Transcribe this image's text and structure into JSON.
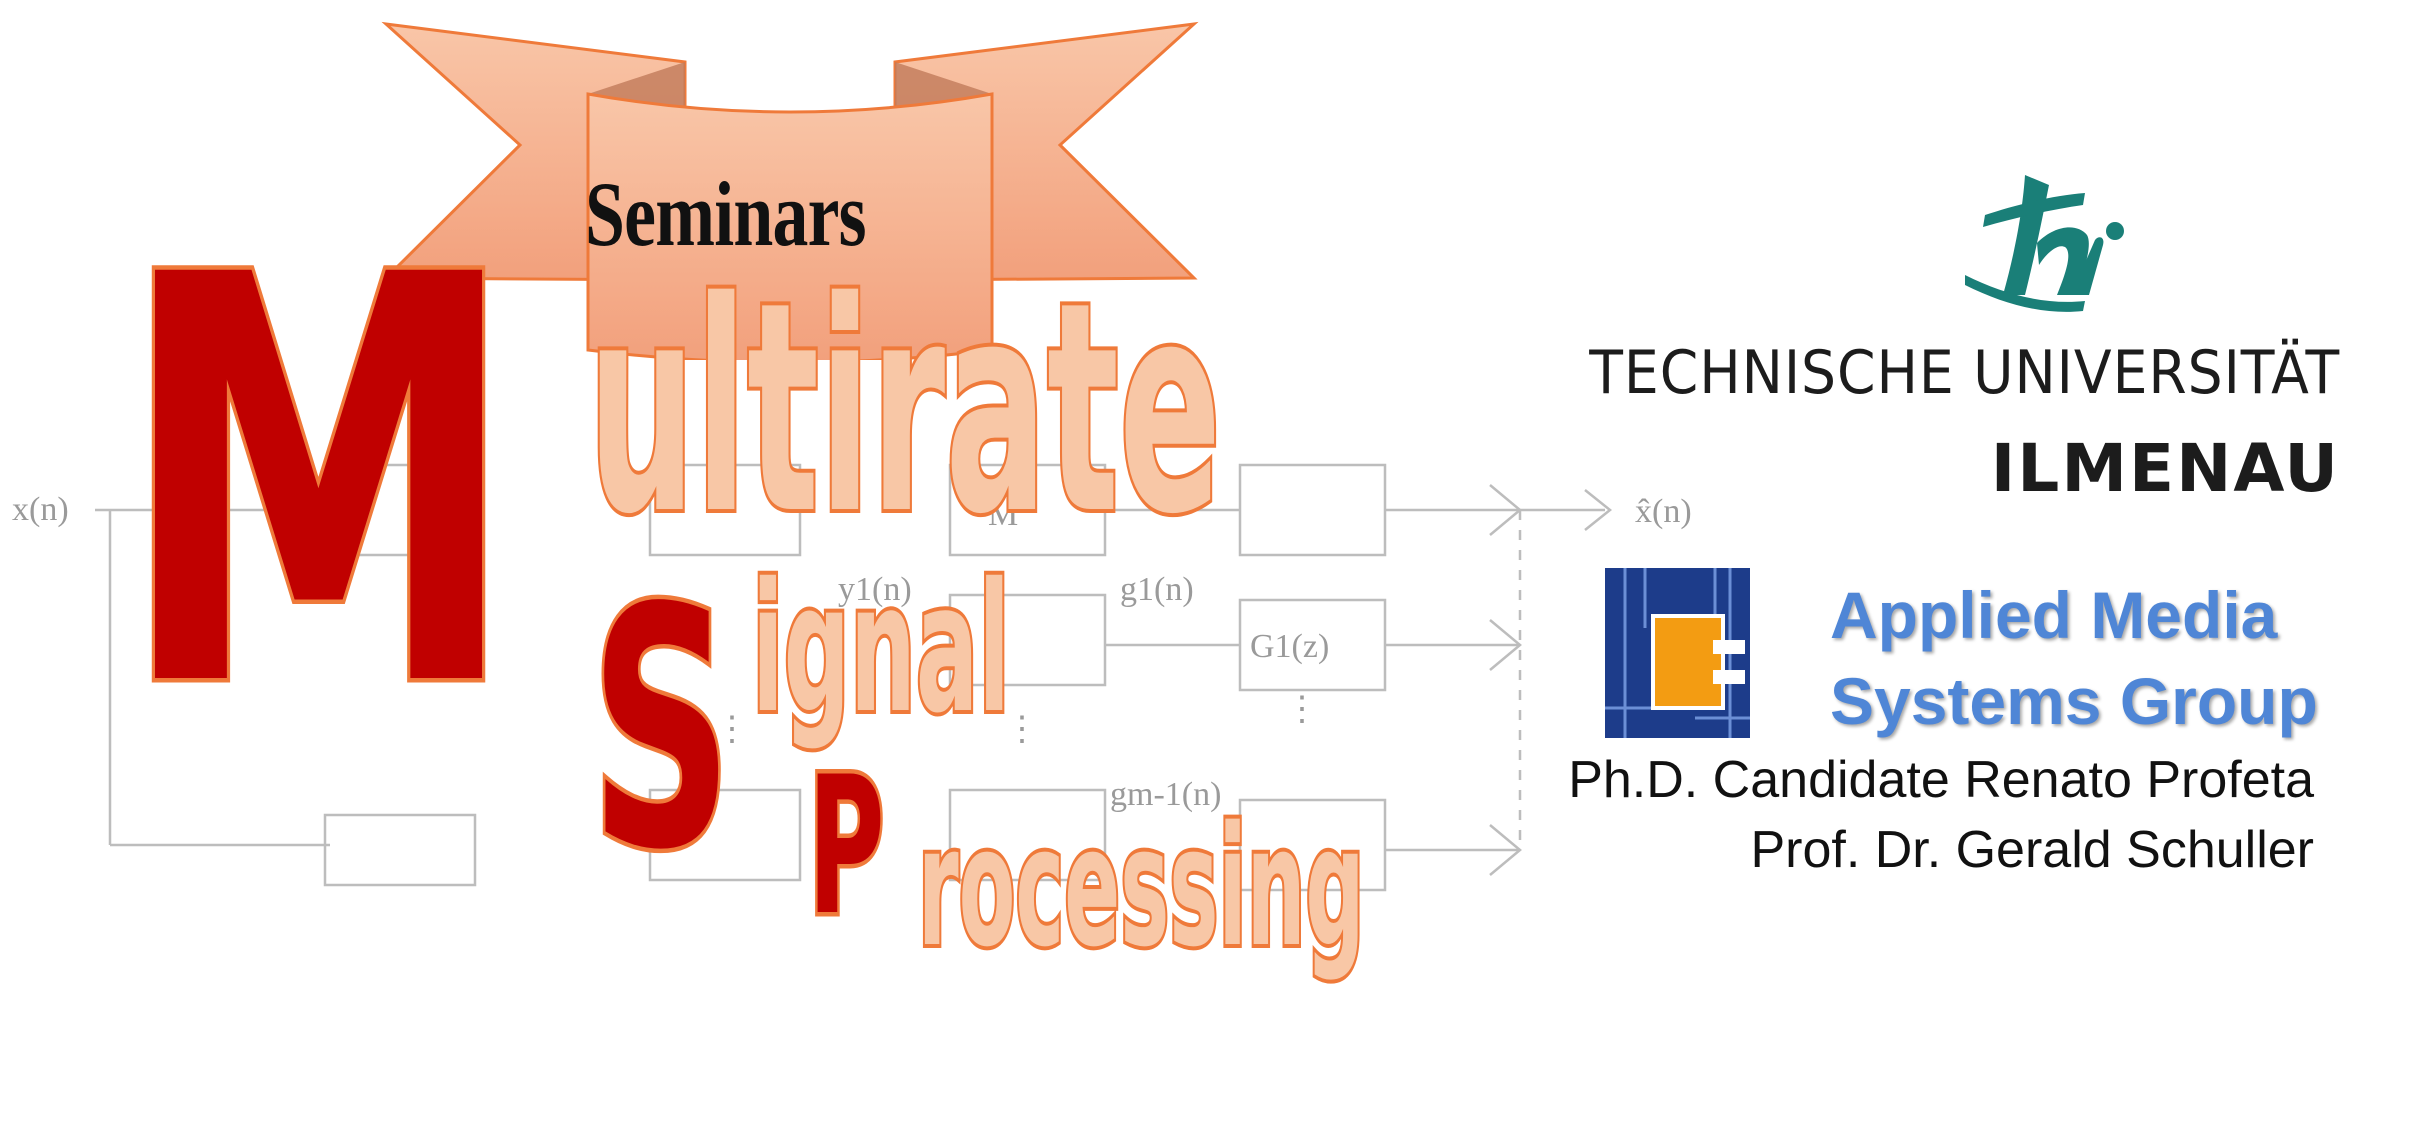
{
  "banner": {
    "label": "Seminars"
  },
  "title": {
    "m_letter": "M",
    "multirate_rest": "ultirate",
    "s_letter": "S",
    "signal_rest": "ignal",
    "p_letter": "P",
    "processing_rest": "rocessing"
  },
  "diagram": {
    "input": "x(n)",
    "output": "x̂(n)",
    "y1": "y1(n)",
    "g1": "g1(n)",
    "G1": "G1(z)",
    "gm1": "gm-1(n)",
    "M": "M"
  },
  "university": {
    "name": "TECHNISCHE UNIVERSITÄT",
    "city": "ILMENAU"
  },
  "group": {
    "line1": "Applied Media",
    "line2": "Systems Group"
  },
  "credits": {
    "line1": "Ph.D. Candidate Renato Profeta",
    "line2": "Prof. Dr. Gerald Schuller"
  },
  "colors": {
    "dark_red": "#c00000",
    "orange_outline": "#ef7a3a",
    "light_fill": "#f8c7a6",
    "teal": "#1a7f78",
    "navy": "#1d3c8a",
    "accent_orange": "#f39c12"
  }
}
